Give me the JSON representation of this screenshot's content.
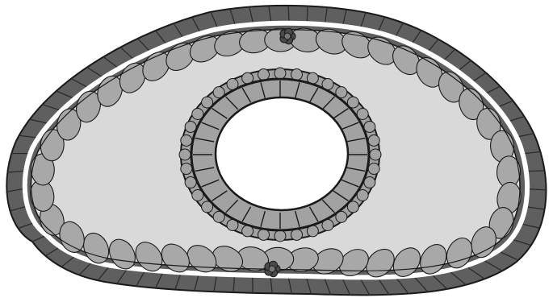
{
  "diagram": {
    "style": "grayscale line drawing",
    "colors": {
      "outer_wall": "#5f5f5f",
      "wall_seam": "#2b2b2b",
      "outline": "#1a1a1a",
      "membrane": "#ffffff",
      "interior": "#d9d9d9",
      "cells": "#a8a8a8",
      "lumen": "#ffffff",
      "ring_band": "#a2a2a2",
      "node_dark": "#4a4a4a"
    },
    "shapes": {
      "outer_wall": "rounded-triangle",
      "interior": "rounded-triangle",
      "lumen": "circle",
      "cells_outer_count": 44,
      "ring_segments_count": 28,
      "nodes_count": 2
    }
  }
}
